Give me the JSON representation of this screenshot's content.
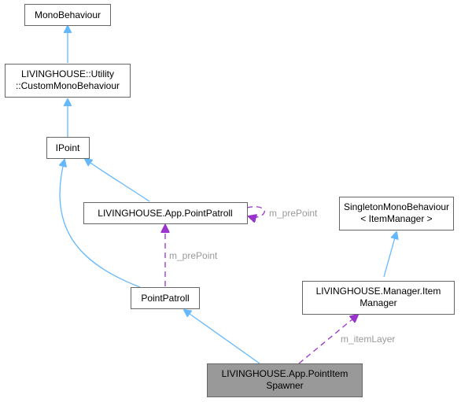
{
  "nodes": {
    "mono_behaviour": {
      "lines": [
        "MonoBehaviour"
      ]
    },
    "custom_mono_behaviour": {
      "lines": [
        "LIVINGHOUSE::Utility",
        "::CustomMonoBehaviour"
      ]
    },
    "ipoint": {
      "lines": [
        "IPoint"
      ]
    },
    "app_point_patroll": {
      "lines": [
        "LIVINGHOUSE.App.PointPatroll"
      ]
    },
    "singleton_mono_behaviour": {
      "lines": [
        "SingletonMonoBehaviour",
        "< ItemManager >"
      ]
    },
    "point_patroll": {
      "lines": [
        "PointPatroll"
      ]
    },
    "item_manager": {
      "lines": [
        "LIVINGHOUSE.Manager.Item",
        "Manager"
      ]
    },
    "point_item_spawner": {
      "lines": [
        "LIVINGHOUSE.App.PointItem",
        "Spawner"
      ]
    }
  },
  "edge_labels": {
    "self_pre_point": "m_prePoint",
    "pre_point": "m_prePoint",
    "item_layer": "m_itemLayer"
  },
  "colors": {
    "inheritance": "#63b8ff",
    "usage": "#9a32cd",
    "label": "#9a9a9a",
    "focus_node": "#999999",
    "node_border": "#666666"
  }
}
